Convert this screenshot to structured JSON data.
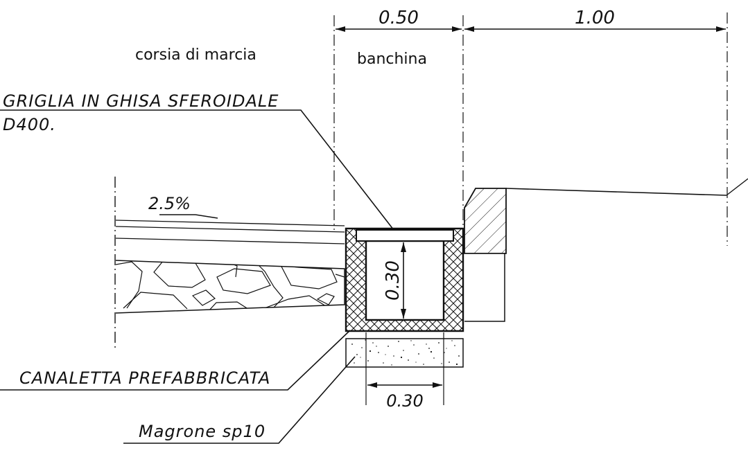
{
  "labels": {
    "lane": "corsia di marcia",
    "shoulder": "banchina",
    "grate_line1": "GRIGLIA IN GHISA SFEROIDALE",
    "grate_line2": "D400.",
    "channel": "CANALETTA PREFABBRICATA",
    "lean_concrete": "Magrone sp10"
  },
  "dimensions": {
    "shoulder_width": "0.50",
    "right_width": "1.00",
    "channel_depth": "0.30",
    "base_width": "0.30"
  },
  "slope": "2.5%",
  "colors": {
    "line": "#111111",
    "background": "#ffffff"
  }
}
